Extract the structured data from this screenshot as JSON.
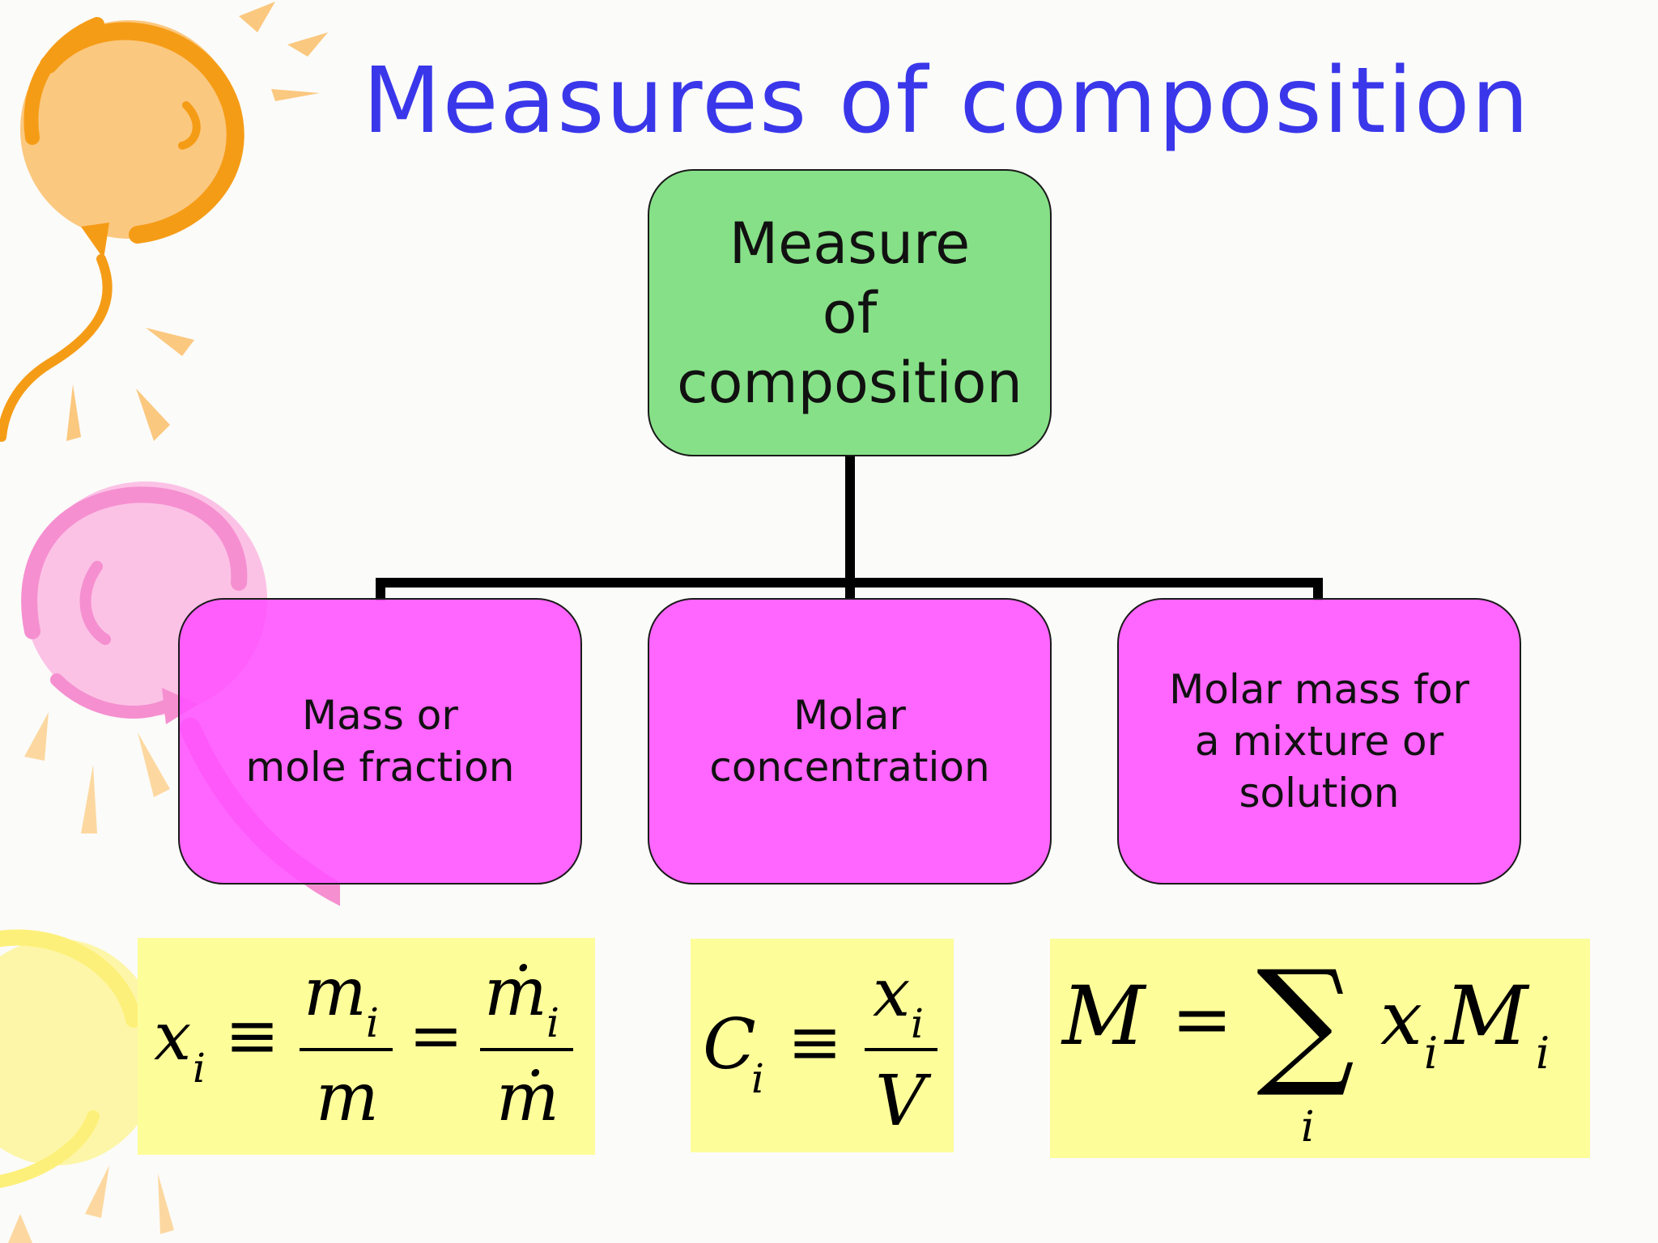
{
  "slide": {
    "title": "Measures of composition"
  },
  "diagram": {
    "root": {
      "lines": [
        "Measure",
        "of",
        "composition"
      ]
    },
    "children": [
      {
        "lines": [
          "Mass or",
          "mole fraction"
        ]
      },
      {
        "lines": [
          "Molar",
          "concentration"
        ]
      },
      {
        "lines": [
          "Molar mass for",
          "a mixture or",
          "solution"
        ]
      }
    ]
  },
  "equations": {
    "mass_fraction": {
      "lhs": "x",
      "lhs_sub": "i",
      "equiv": "≡",
      "num1": "m",
      "num1_sub": "i",
      "den1": "m",
      "eq": "=",
      "num2": "ṁ",
      "num2_sub": "i",
      "den2": "ṁ"
    },
    "molar_concentration": {
      "lhs": "C",
      "lhs_sub": "i",
      "equiv": "≡",
      "num": "x",
      "num_sub": "i",
      "den": "V"
    },
    "molar_mass": {
      "lhs": "M",
      "eq": "=",
      "sum": "∑",
      "sum_index": "i",
      "x": "x",
      "x_sub": "i",
      "m": "M",
      "m_sub": "i"
    }
  },
  "colors": {
    "title": "#3a37ea",
    "root_fill": "#86e087",
    "child_fill": "#ff55ff",
    "equation_bg": "#fdfd9a",
    "connector": "#000000"
  }
}
